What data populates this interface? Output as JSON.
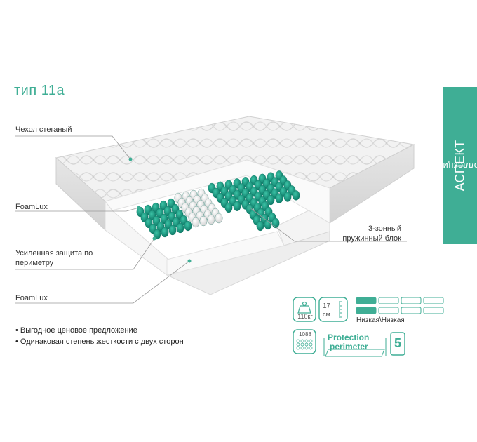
{
  "title": "тип 11а",
  "collection": {
    "prefix": "коллекция",
    "name": "АСПЕКТ"
  },
  "callouts": {
    "cover": "Чехол стеганый",
    "foam_top": "FoamLux",
    "perimeter": "Усиленная защита по периметру",
    "foam_bottom": "FoamLux",
    "spring_block": "3-зонный пружинный блок"
  },
  "bullets": [
    "Выгодное ценовое предложение",
    "Одинаковая степень жесткости с двух сторон"
  ],
  "specs": {
    "weight": "110кг",
    "height_value": "17",
    "height_unit": "см",
    "firmness": "Низкая\\Низкая",
    "springs": "1088",
    "protection_line1": "Protection",
    "protection_line2": "perimeter",
    "warranty": "5",
    "firmness_top_level": 1,
    "firmness_bottom_level": 1,
    "firmness_scale": 4
  },
  "colors": {
    "accent": "#3fae95",
    "springs": "#0f8f78",
    "springs_light": "#f3f3f3"
  }
}
